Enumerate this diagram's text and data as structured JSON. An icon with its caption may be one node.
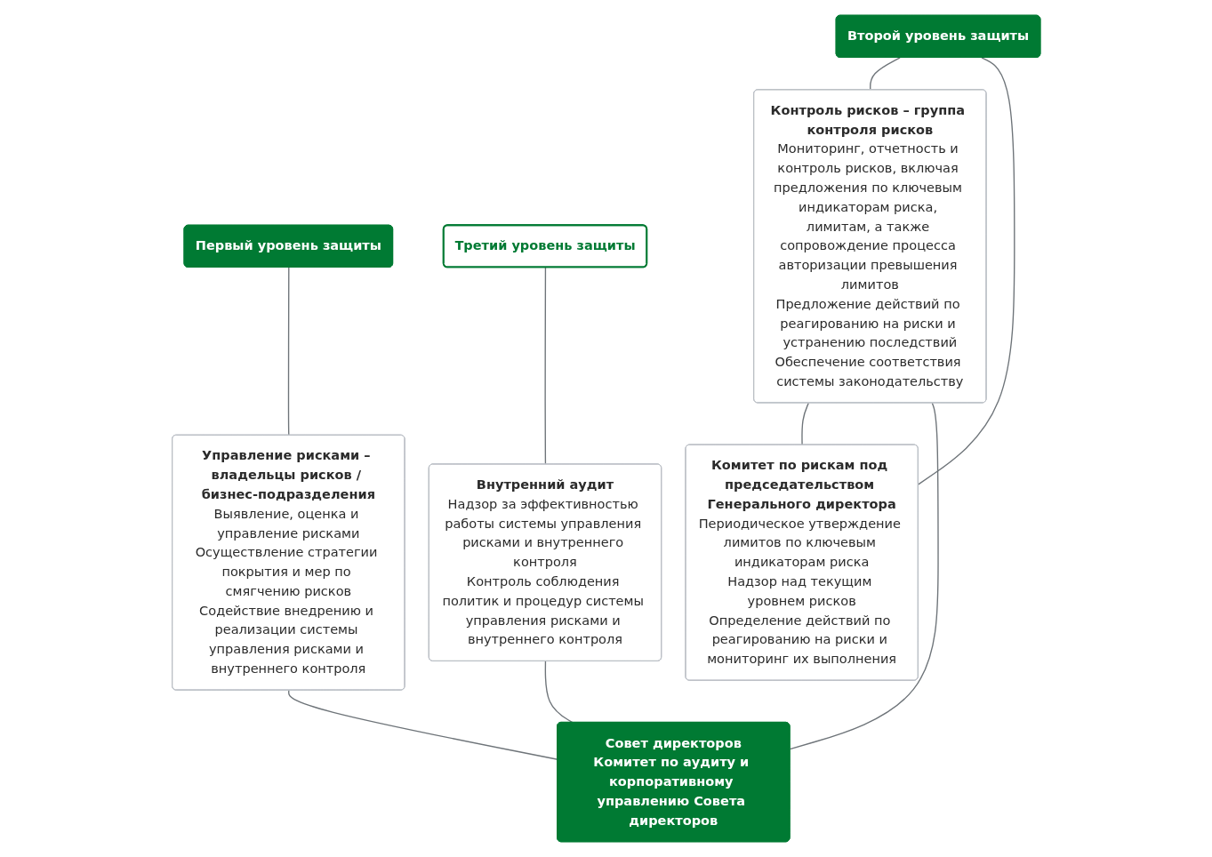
{
  "diagram": {
    "nodes": [
      {
        "text": [
          "Первый уровень защиты"
        ]
      },
      {
        "text": [
          "Второй уровень защиты"
        ]
      },
      {
        "text": [
          "Третий уровень защиты"
        ]
      },
      {
        "text": [
          "Управление рисками – владельцы рисков / бизнес-подразделения",
          "Выявление, оценка и управление рисками",
          "Осуществление стратегии покрытия и мер по смягчению рисков",
          "Содействие внедрению и реализации системы управления рисками и внутреннего контроля"
        ]
      },
      {
        "text": [
          "Контроль рисков – группа контроля рисков",
          "Мониторинг, отчетность и контроль рисков, включая предложения по ключевым индикаторам риска, лимитам, а также сопровождение процесса авторизации превышения лимитов",
          "Предложение действий по реагированию на риски и устранению последствий",
          "Обеспечение соответствия системы законодательству"
        ]
      },
      {
        "text": [
          "Комитет по рискам под председательством Генерального директора",
          "Периодическое утверждение лимитов по ключевым индикаторам риска",
          "Надзор над текущим уровнем рисков",
          "Определение действий по реагированию на риски и мониторинг их выполнения"
        ]
      },
      {
        "text": [
          "Внутренний аудит",
          "Надзор за эффективностью работы системы управления рисками и внутреннего контроля",
          "Контроль соблюдения политик и процедур системы управления рисками и внутреннего контроля"
        ]
      },
      {
        "text": [
          "Совет директоров",
          "Комитет по аудиту и корпоративному управлению Совета директоров"
        ]
      }
    ],
    "edges": [
      {
        "from": 0,
        "to": 3,
        "arrow": "none"
      },
      {
        "from": 1,
        "to": 4,
        "arrow": "none"
      },
      {
        "from": 1,
        "to": 5,
        "arrow": "none"
      },
      {
        "from": 2,
        "to": 6,
        "arrow": "none"
      },
      {
        "from": 4,
        "to": 5,
        "arrow": "none"
      },
      {
        "from": 3,
        "to": 7,
        "arrow": "none"
      },
      {
        "from": 4,
        "to": 7,
        "arrow": "none"
      },
      {
        "from": 6,
        "to": 7,
        "arrow": "none"
      }
    ]
  }
}
